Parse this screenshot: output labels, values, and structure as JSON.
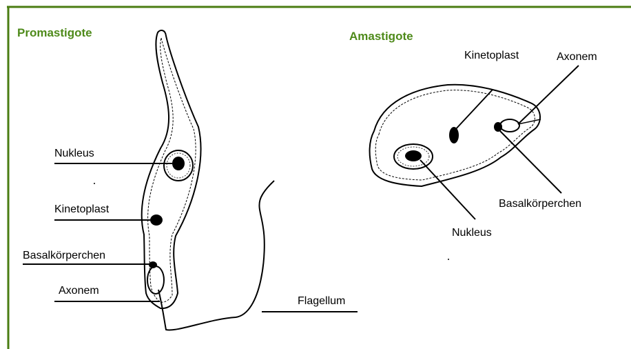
{
  "colors": {
    "border": "#4a7c12",
    "title": "#4e8a1a",
    "ink": "#000000",
    "background": "#ffffff"
  },
  "promastigote": {
    "title": "Promastigote",
    "labels": {
      "nucleus": "Nukleus",
      "kinetoplast": "Kinetoplast",
      "basal_body": "Basalkörperchen",
      "axoneme": "Axonem",
      "flagellum": "Flagellum"
    }
  },
  "amastigote": {
    "title": "Amastigote",
    "labels": {
      "kinetoplast": "Kinetoplast",
      "axoneme": "Axonem",
      "basal_body": "Basalkörperchen",
      "nucleus": "Nukleus"
    }
  }
}
